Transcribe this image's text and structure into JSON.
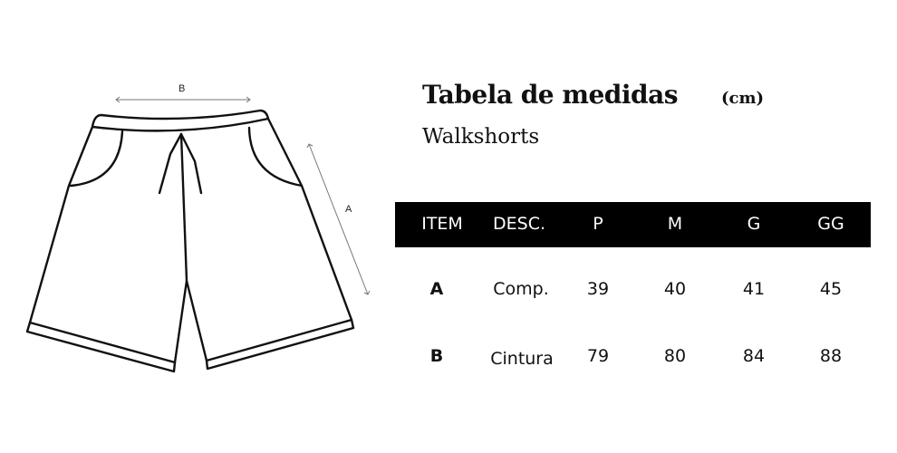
{
  "title": "Tabela de medidas",
  "unit": "(cm)",
  "subtitle": "Walkshorts",
  "diagram": {
    "label_a": "A",
    "label_b": "B"
  },
  "table": {
    "headers": [
      "ITEM",
      "DESC.",
      "P",
      "M",
      "G",
      "GG"
    ],
    "rows": [
      [
        "A",
        "Comp.",
        "39",
        "40",
        "41",
        "45"
      ],
      [
        "B",
        "Cintura",
        "79",
        "80",
        "84",
        "88"
      ]
    ]
  }
}
